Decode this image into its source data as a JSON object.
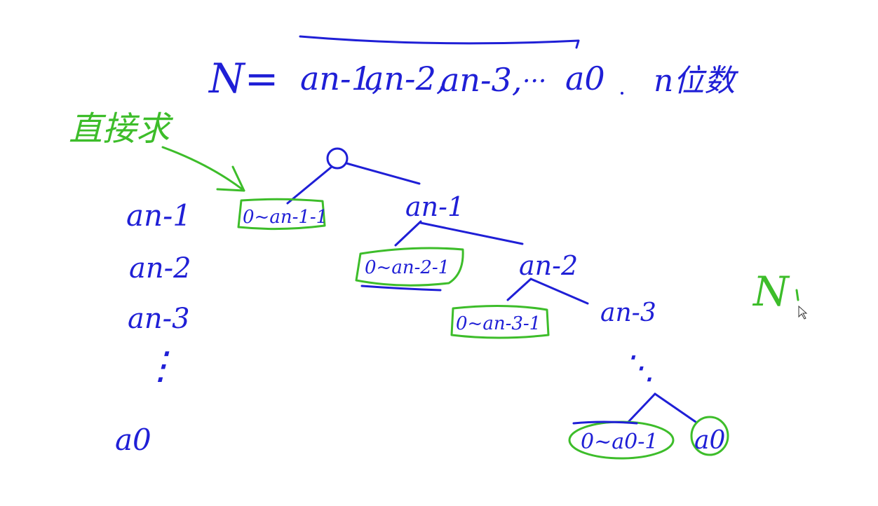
{
  "colors": {
    "ink_blue": "#1f1fd6",
    "ink_green": "#3dbd2a",
    "background": "#ffffff"
  },
  "formula": {
    "lhs": "N=",
    "digits": [
      "an-1,",
      "an-2,",
      "an-3,",
      "···",
      "a0"
    ],
    "suffix": "n位数"
  },
  "note": {
    "text": "直接求"
  },
  "level_labels": [
    "an-1",
    "an-2",
    "an-3",
    "⋮",
    "a0"
  ],
  "tree": {
    "branch_labels": [
      "an-1",
      "an-2",
      "an-3",
      "a0"
    ],
    "ranges": [
      "0~an-1-1",
      "0~an-2-1",
      "0~an-3-1",
      "0~a0-1"
    ],
    "continuation": "⋱"
  },
  "side_mark": "N",
  "icons": [
    "cursor-icon"
  ]
}
